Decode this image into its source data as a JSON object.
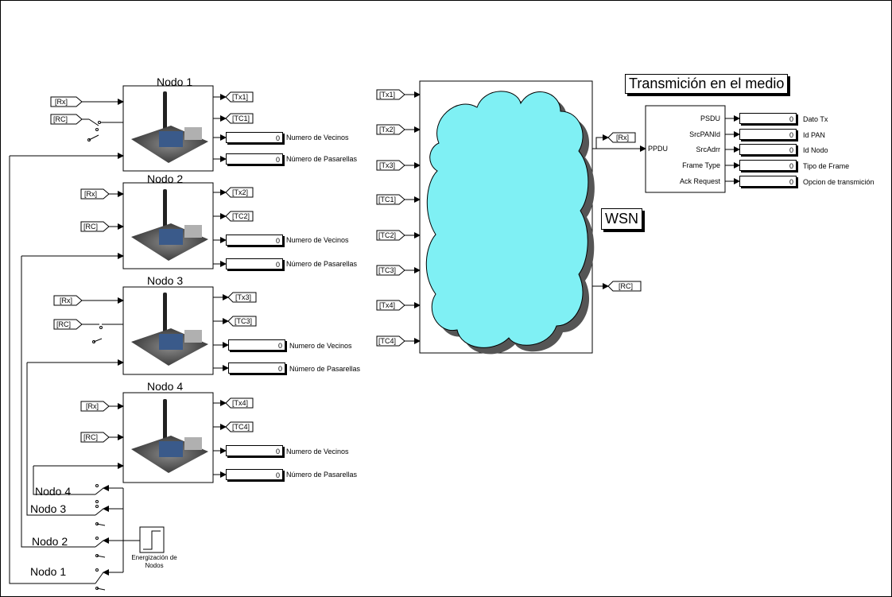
{
  "title": "Transmición en el medio",
  "cloud_label": "WSN",
  "nodes": [
    {
      "name": "Nodo 1",
      "in_rx": "[Rx]",
      "in_rc": "[RC]",
      "out_tx": "[Tx1]",
      "out_tc": "[TC1]",
      "vecinos_val": "0",
      "vecinos_lbl": "Numero de Vecinos",
      "pasarellas_val": "0",
      "pasarellas_lbl": "Número de Pasarellas"
    },
    {
      "name": "Nodo 2",
      "in_rx": "[Rx]",
      "in_rc": "[RC]",
      "out_tx": "[Tx2]",
      "out_tc": "[TC2]",
      "vecinos_val": "0",
      "vecinos_lbl": "Numero de Vecinos",
      "pasarellas_val": "0",
      "pasarellas_lbl": "Número de Pasarellas"
    },
    {
      "name": "Nodo 3",
      "in_rx": "[Rx]",
      "in_rc": "[RC]",
      "out_tx": "[Tx3]",
      "out_tc": "[TC3]",
      "vecinos_val": "0",
      "vecinos_lbl": "Numero de Vecinos",
      "pasarellas_val": "0",
      "pasarellas_lbl": "Número de Pasarellas"
    },
    {
      "name": "Nodo 4",
      "in_rx": "[Rx]",
      "in_rc": "[RC]",
      "out_tx": "[Tx4]",
      "out_tc": "[TC4]",
      "vecinos_val": "0",
      "vecinos_lbl": "Numero de Vecinos",
      "pasarellas_val": "0",
      "pasarellas_lbl": "Número de Pasarellas"
    }
  ],
  "channel_inputs": [
    "[Tx1]",
    "[Tx2]",
    "[Tx3]",
    "[TC1]",
    "[TC2]",
    "[TC3]",
    "[Tx4]",
    "[TC4]"
  ],
  "channel_outputs": {
    "rx": "[Rx]",
    "rc": "[RC]"
  },
  "ppdu_in": "PPDU",
  "ppdu_ports": [
    "PSDU",
    "SrcPANId",
    "SrcAdrr",
    "Frame Type",
    "Ack Request"
  ],
  "ppdu_displays": [
    {
      "value": "0",
      "label": "Dato Tx"
    },
    {
      "value": "0",
      "label": "Id PAN"
    },
    {
      "value": "0",
      "label": "Id Nodo"
    },
    {
      "value": "0",
      "label": "Tipo de Frame"
    },
    {
      "value": "0",
      "label": "Opcion de transmición"
    }
  ],
  "switch_labels": [
    "Nodo 4",
    "Nodo 3",
    "Nodo 2",
    "Nodo 1"
  ],
  "energizer_label": "Energización de Nodos",
  "colors": {
    "cloud": "#7ff0f4",
    "line": "#000000",
    "shadow": "#555555"
  }
}
